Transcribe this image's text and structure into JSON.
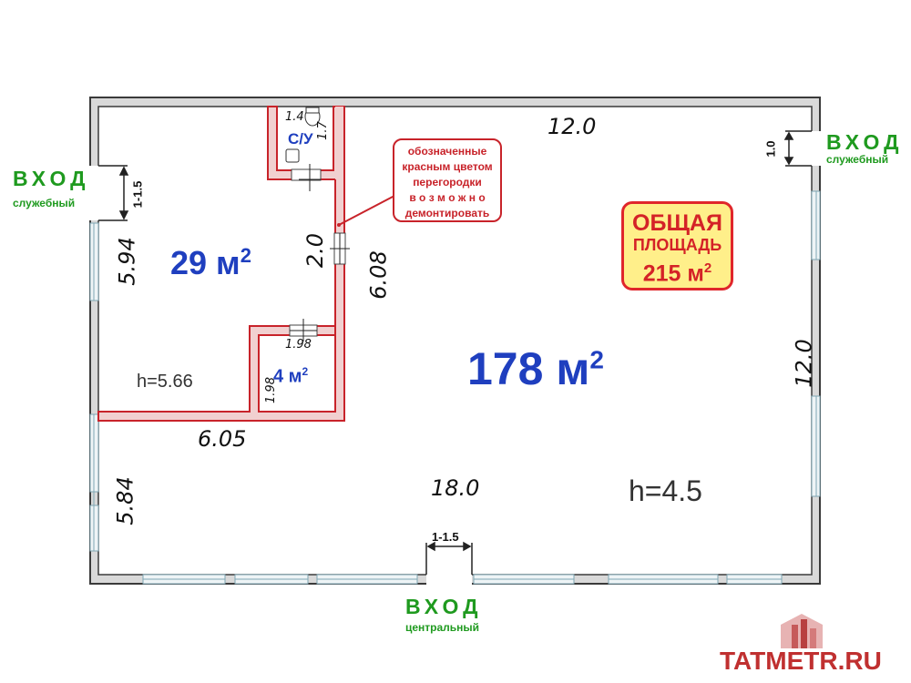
{
  "dimensions": {
    "top_right_width": "12.0",
    "left_upper_height": "5.94",
    "partition_height": "2.0",
    "partition_full_height": "6.08",
    "right_height": "12.0",
    "lower_left_height": "5.84",
    "bottom_length": "18.0",
    "room_width": "6.05",
    "small_room_width": "1.98",
    "small_room_height": "1.98",
    "wc_width": "1.4",
    "wc_height": "1.7"
  },
  "doors": {
    "left_width": "1-1.5",
    "right_width": "1.0",
    "bottom_width": "1-1.5"
  },
  "areas": {
    "room_upper_left": "29 м",
    "room_small": "4 м",
    "main_hall": "178 м",
    "exponent": "2"
  },
  "wc_label": "С/У",
  "heights": {
    "left_room": "h=5.66",
    "main_hall": "h=4.5"
  },
  "entrances": {
    "left": {
      "title": "ВХОД",
      "subtitle": "служебный"
    },
    "right": {
      "title": "ВХОД",
      "subtitle": "служебный"
    },
    "bottom": {
      "title": "ВХОД",
      "subtitle": "центральный"
    }
  },
  "note_lines": [
    "обозначенные",
    "красным цветом",
    "перегородки",
    "в о з м о ж н о",
    "демонтировать"
  ],
  "total_area": {
    "line1": "ОБЩАЯ",
    "line2": "ПЛОЩАДЬ",
    "line3": "215 м",
    "exponent": "2"
  },
  "brand": "TATMETR.RU",
  "colors": {
    "wall": "#555555",
    "partition": "#c8232a",
    "partition_fill": "#f1d0d0",
    "area_text": "#1f3fbf",
    "entrance_text": "#1f9a1f",
    "total_bg": "#ffef8a",
    "window": "#8fb3bf"
  }
}
